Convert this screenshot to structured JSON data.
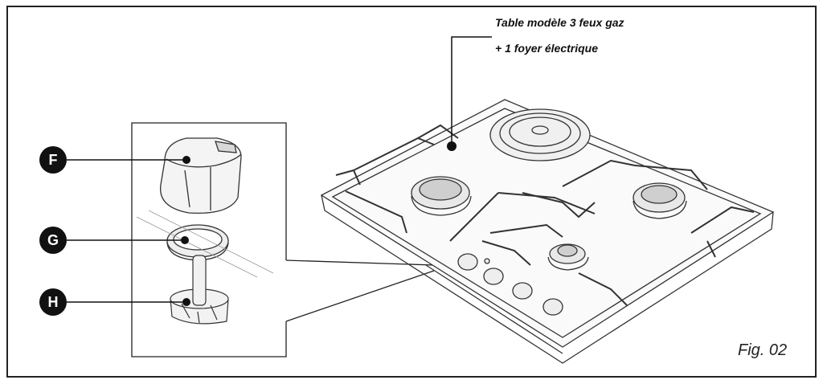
{
  "caption": {
    "title_line1": "Table modèle 3 feux gaz",
    "title_line2": "+ 1 foyer électrique",
    "figure_label": "Fig. 02"
  },
  "parts": [
    {
      "letter": "F",
      "part": "knob-icon"
    },
    {
      "letter": "G",
      "part": "knob-ring-icon"
    },
    {
      "letter": "H",
      "part": "valve-spindle-icon"
    }
  ],
  "colors": {
    "line": "#222222",
    "badge": "#111111",
    "background": "#ffffff"
  }
}
